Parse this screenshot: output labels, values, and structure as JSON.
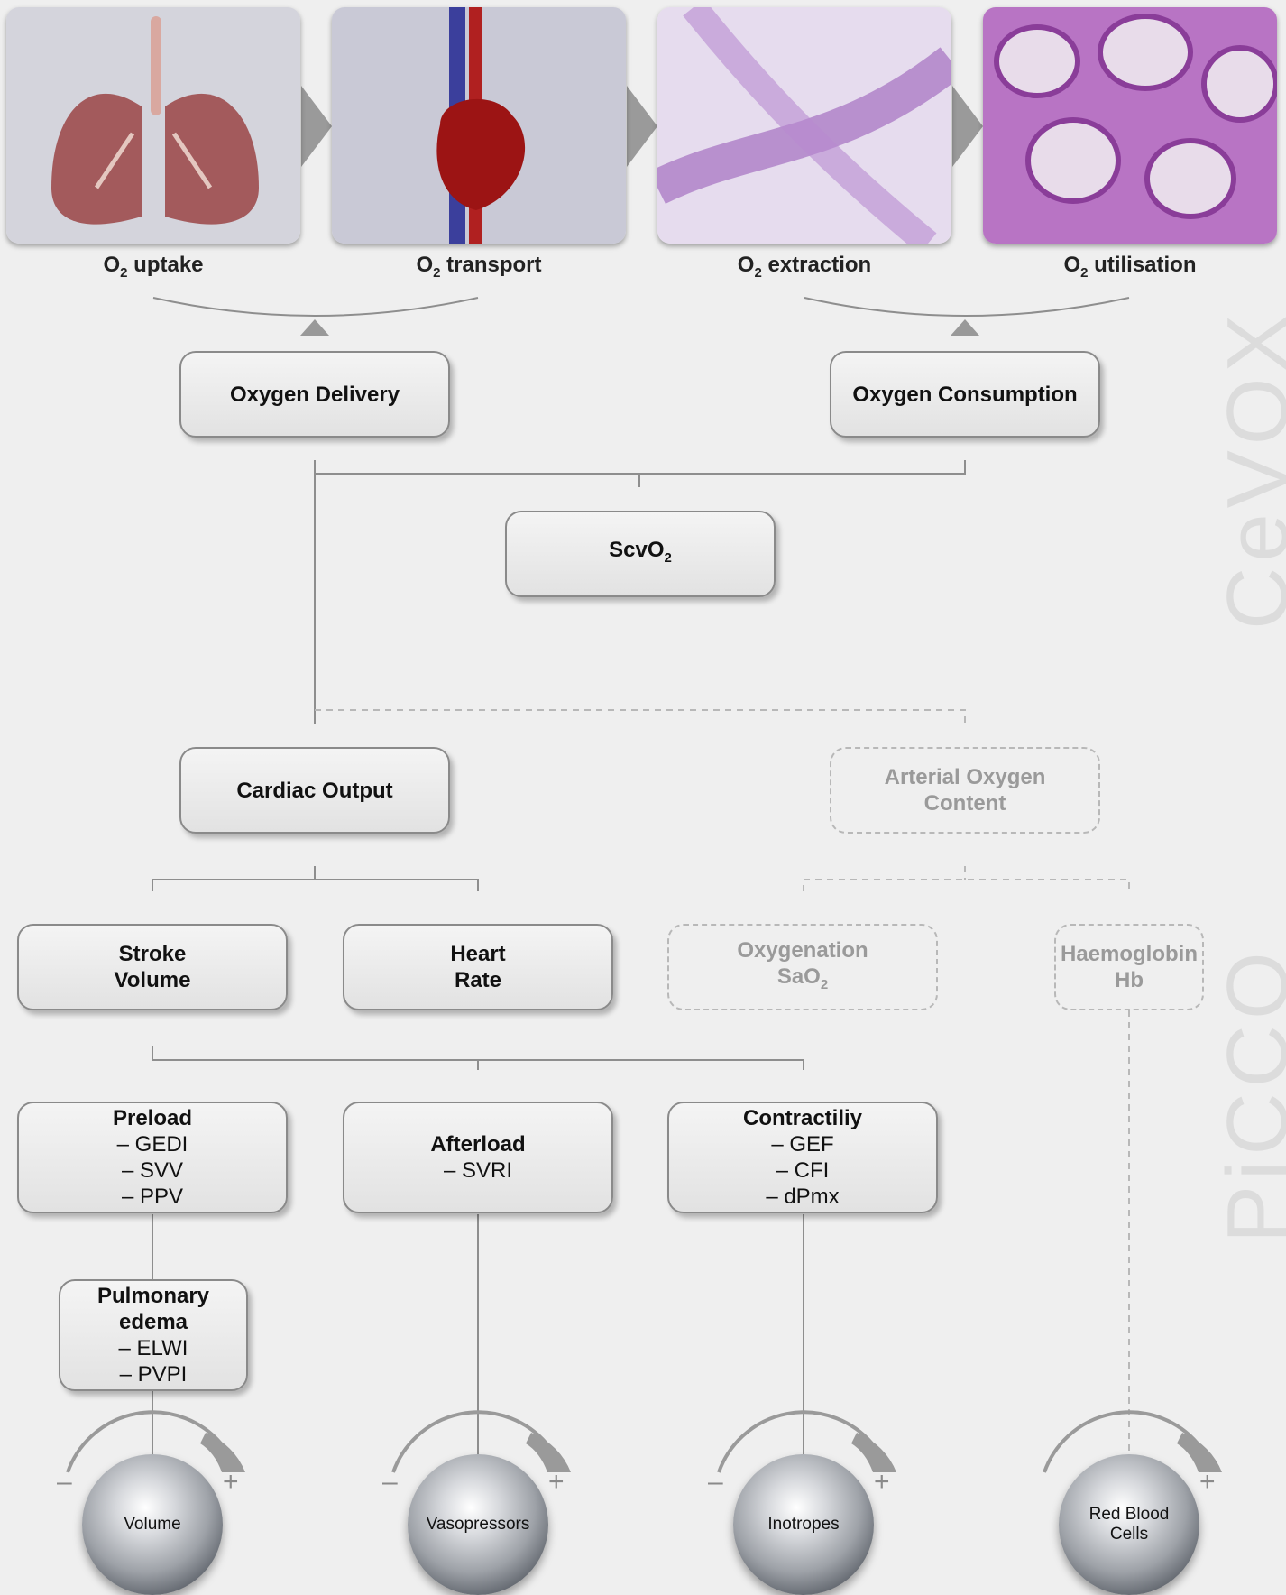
{
  "photos": [
    {
      "icon": "lungs-image",
      "caption_pre": "O",
      "caption_sub": "2",
      "caption_post": " uptake"
    },
    {
      "icon": "heart-image",
      "caption_pre": "O",
      "caption_sub": "2",
      "caption_post": " transport"
    },
    {
      "icon": "capillary-image",
      "caption_pre": "O",
      "caption_sub": "2",
      "caption_post": " extraction"
    },
    {
      "icon": "tissue-image",
      "caption_pre": "O",
      "caption_sub": "2",
      "caption_post": " utilisation"
    }
  ],
  "boxes": {
    "oxygen_delivery": "Oxygen Delivery",
    "oxygen_consumption": "Oxygen Consumption",
    "scvo2_pre": "ScvO",
    "scvo2_sub": "2",
    "cardiac_output": "Cardiac Output",
    "arterial_oxygen_l1": "Arterial Oxygen",
    "arterial_oxygen_l2": "Content",
    "stroke_l1": "Stroke",
    "stroke_l2": "Volume",
    "heart_l1": "Heart",
    "heart_l2": "Rate",
    "oxygenation_l1": "Oxygenation",
    "oxygenation_l2_pre": "SaO",
    "oxygenation_l2_sub": "2",
    "haemoglobin_l1": "Haemoglobin",
    "haemoglobin_l2": "Hb",
    "preload": {
      "title": "Preload",
      "items": [
        "– GEDI",
        "– SVV",
        "– PPV"
      ]
    },
    "afterload": {
      "title": "Afterload",
      "items": [
        "– SVRI"
      ]
    },
    "contractility": {
      "title": "Contractiliy",
      "items": [
        "– GEF",
        "– CFI",
        "– dPmx"
      ]
    },
    "pulmonary": {
      "title_l1": "Pulmonary",
      "title_l2": "edema",
      "items": [
        "– ELWI",
        "– PVPI"
      ]
    }
  },
  "knobs": {
    "volume": "Volume",
    "vasopressors": "Vasopressors",
    "inotropes": "Inotropes",
    "rbc_l1": "Red Blood",
    "rbc_l2": "Cells",
    "minus": "–",
    "plus": "+"
  },
  "side_labels": {
    "top": "CeVOX",
    "bottom": "PiCCO"
  },
  "colors": {
    "line": "#8e8e8e",
    "ghost": "#b8b8b8",
    "side_text": "#dcdcdc",
    "background": "#efefef"
  }
}
